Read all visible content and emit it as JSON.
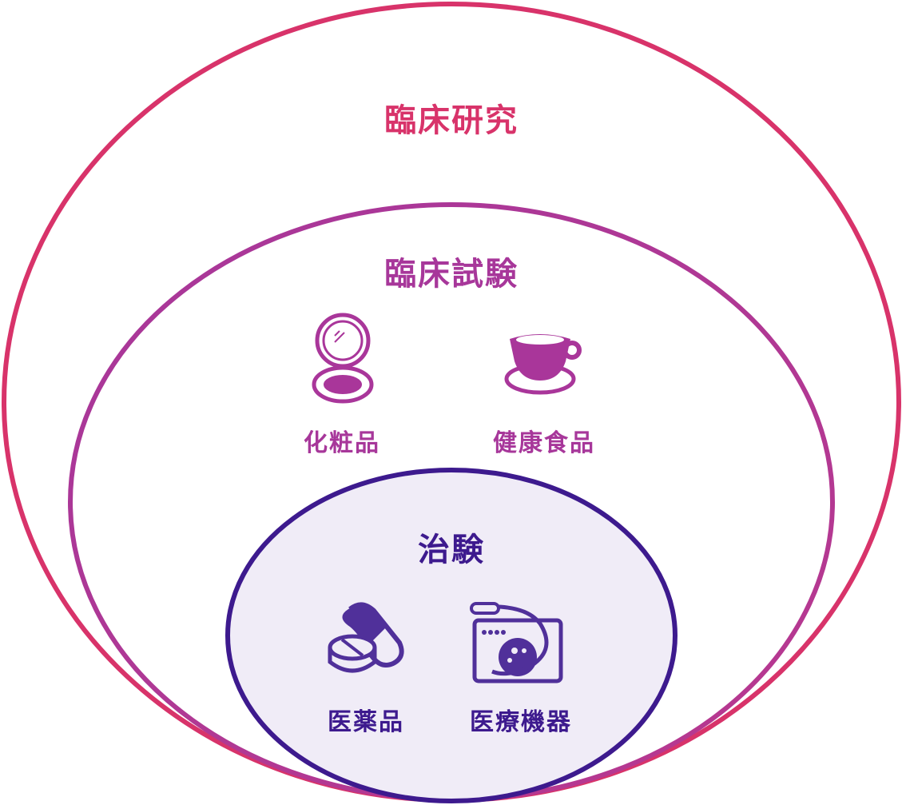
{
  "colors": {
    "clinical_research": "#d8336a",
    "clinical_trial": "#a7379a",
    "chiken": "#3d1a8e",
    "chiken_fill": "#f0ecf7",
    "icon_trial": "#a9369a",
    "icon_chiken": "#50309a"
  },
  "clinical_research": {
    "title": "臨床研究"
  },
  "clinical_trial": {
    "title": "臨床試験",
    "items": [
      {
        "label": "化粧品",
        "icon": "compact-mirror-icon"
      },
      {
        "label": "健康食品",
        "icon": "teacup-icon"
      }
    ]
  },
  "chiken": {
    "title": "治験",
    "items": [
      {
        "label": "医薬品",
        "icon": "pills-icon"
      },
      {
        "label": "医療機器",
        "icon": "endoscope-monitor-icon"
      }
    ]
  }
}
